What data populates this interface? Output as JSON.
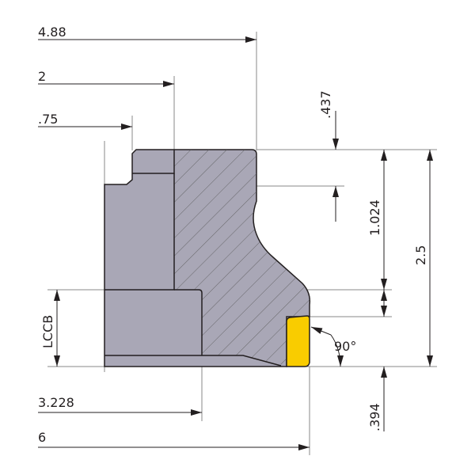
{
  "dimensions": {
    "d_4_88": "4.88",
    "d_2": "2",
    "d_075": ".75",
    "d_0437": ".437",
    "d_1024": "1.024",
    "d_2_5": "2.5",
    "d_lccb": "LCCB",
    "d_90": "90°",
    "d_3228": "3.228",
    "d_0394": ".394",
    "d_6": "6"
  },
  "colors": {
    "body": "#a9a7b6",
    "insert": "#f9cc00",
    "line": "#231f20"
  }
}
